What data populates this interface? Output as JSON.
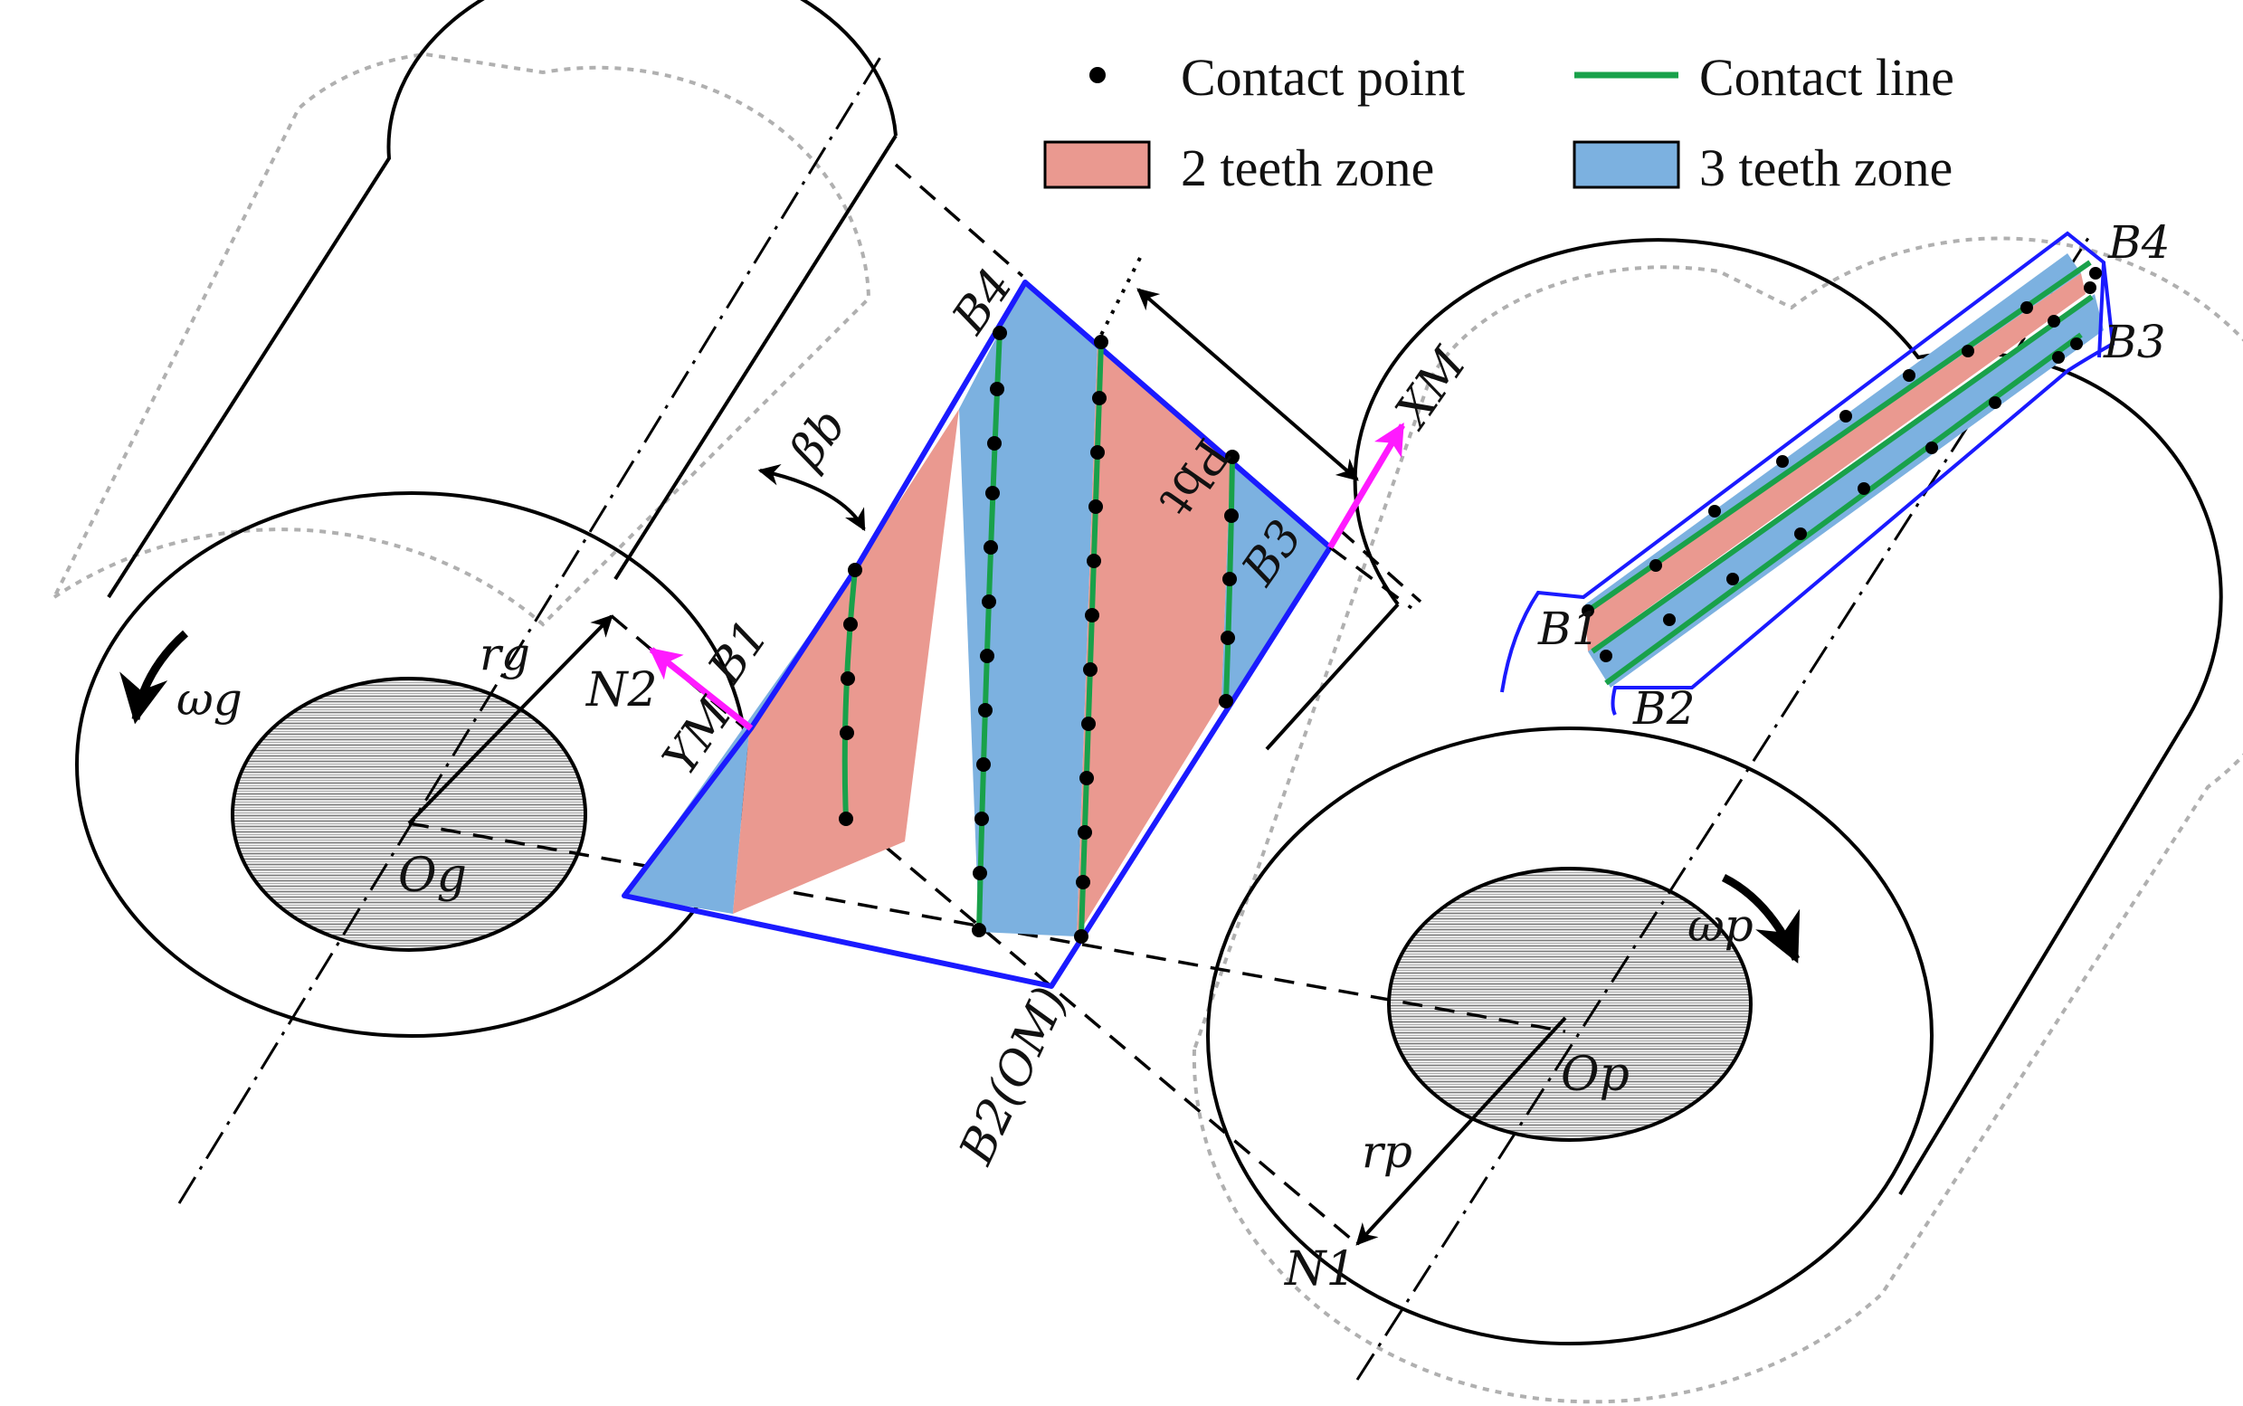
{
  "legend": {
    "contact_point": "Contact point",
    "contact_line": "Contact line",
    "two_teeth_zone": "2 teeth zone",
    "three_teeth_zone": "3 teeth zone"
  },
  "colors": {
    "two_teeth_zone": "#ea9990",
    "three_teeth_zone": "#7cb1e0",
    "contact_line": "#19a14a",
    "zone_outline": "#1a1aff",
    "axis_arrow": "#ff1aff",
    "shaft_hatch": "#888888"
  },
  "labels": {
    "omega_g": "ωg",
    "r_g": "rg",
    "O_g": "Og",
    "N_2": "N2",
    "Y_M": "YM",
    "B1": "B1",
    "B2_OM": "B2(OM)",
    "B3": "B3",
    "B4": "B4",
    "beta_b": "βb",
    "P_bt": "Pbt",
    "X_M": "XM",
    "omega_p": "ωp",
    "O_p": "Op",
    "r_p": "rp",
    "N_1": "N1",
    "inset_B1": "B1",
    "inset_B2": "B2",
    "inset_B3": "B3",
    "inset_B4": "B4"
  }
}
